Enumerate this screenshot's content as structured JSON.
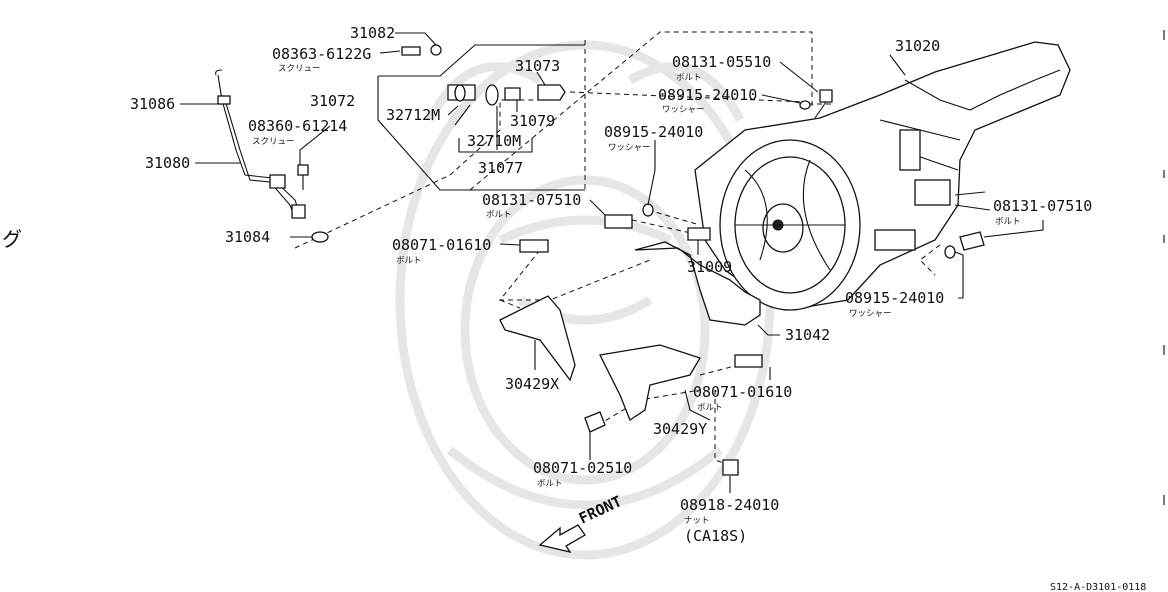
{
  "labels": {
    "p31082": "31082",
    "p08363": "08363-6122G",
    "p31086": "31086",
    "p31072": "31072",
    "p31073": "31073",
    "p32712": "32712M",
    "p31079": "31079",
    "p08360": "08360-61214",
    "p31080": "31080",
    "p32710": "32710M",
    "p31077": "31077",
    "p31084": "31084",
    "p31020": "31020",
    "p08131a": "08131-05510",
    "p08915a": "08915-24010",
    "p08915b": "08915-24010",
    "p08131b": "08131-07510",
    "p08071a": "08071-01610",
    "p31009": "31009",
    "p08131c": "08131-07510",
    "p08915c": "08915-24010",
    "p31042": "31042",
    "p30429x": "30429X",
    "p08071b": "08071-01610",
    "p30429y": "30429Y",
    "p08071c": "08071-02510",
    "p08918": "08918-24010",
    "ca18s": "(CA18S)"
  },
  "sublabels": {
    "screw1": "スクリュー",
    "screw2": "スクリュー",
    "bolt1": "ボルト",
    "washer1": "ワッシャー",
    "washer2": "ワッシャー",
    "bolt2": "ボルト",
    "bolt3": "ボルト",
    "bolt4": "ボルト",
    "washer3": "ワッシャー",
    "bolt5": "ボルト",
    "bolt6": "ボルト",
    "nut1": "ナット"
  },
  "front_label": "FRONT",
  "side_mark": "グ",
  "footer_code": "S12-A-D3101-0118"
}
